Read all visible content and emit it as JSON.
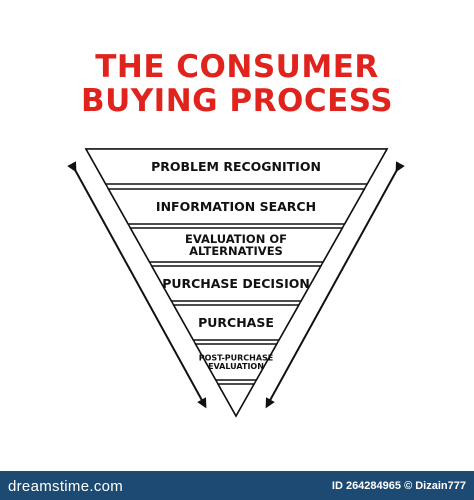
{
  "title": {
    "line1": "THE CONSUMER",
    "line2": "BUYING PROCESS"
  },
  "stages": [
    {
      "label": "PROBLEM RECOGNITION"
    },
    {
      "label": "INFORMATION SEARCH"
    },
    {
      "label": "EVALUATION OF\nALTERNATIVES"
    },
    {
      "label": "PURCHASE DECISION"
    },
    {
      "label": "PURCHASE"
    },
    {
      "label": "POST-PURCHASE\nEVALUATION"
    }
  ],
  "footer": {
    "brand": "dreamstime.com",
    "id_text": "ID 264284965",
    "author": "© Dizain777"
  },
  "colors": {
    "title": "#e0231d",
    "footer_bg": "#1d4a72",
    "ink": "#111111"
  }
}
